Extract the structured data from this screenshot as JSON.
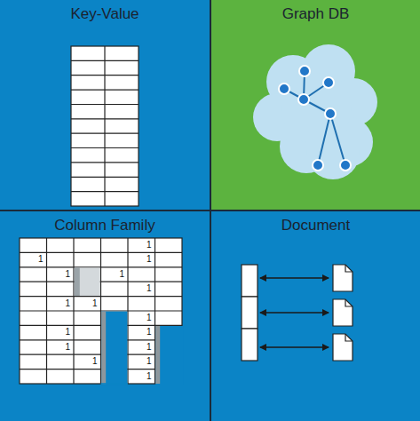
{
  "diagram": {
    "nodes": [
      {
        "text": [
          "Key-Value"
        ]
      },
      {
        "text": [
          "Graph DB"
        ]
      },
      {
        "text": [
          "Column Family"
        ]
      },
      {
        "text": [
          "Document"
        ]
      }
    ],
    "labels": [
      "1",
      "1",
      "1",
      "1",
      "1",
      "1",
      "1",
      "1",
      "1",
      "1",
      "1",
      "1",
      "1",
      "1",
      "1",
      "1"
    ]
  }
}
